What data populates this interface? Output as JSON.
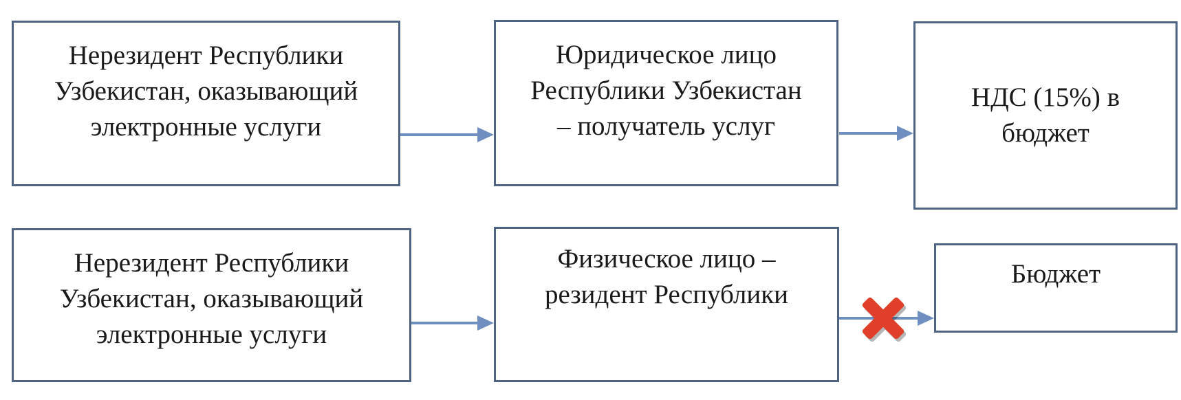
{
  "row1": {
    "source": "Нерезидент Республики\nУзбекистан, оказывающий\nэлектронные услуги",
    "recipient": "Юридическое лицо\nРеспублики Узбекистан\n– получатель услуг",
    "destination": "НДС (15%) в\nбюджет"
  },
  "row2": {
    "source": "Нерезидент Республики\nУзбекистан, оказывающий\nэлектронные услуги",
    "recipient": "Физическое лицо –\nрезидент Республики",
    "destination": "Бюджет"
  },
  "colors": {
    "box_border": "#4f6382",
    "arrow": "#6f8fc0",
    "cross": "#e0402a"
  },
  "icons": {
    "blocked": "red-x-icon"
  }
}
